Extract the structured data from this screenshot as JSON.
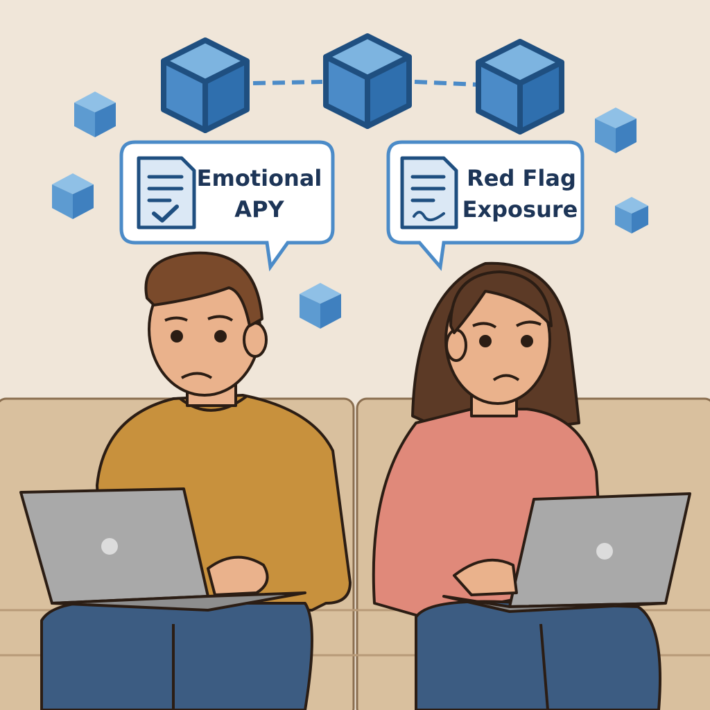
{
  "bubbles": {
    "left": {
      "line1": "Emotional",
      "line2": "APY",
      "icon": "document-check-icon"
    },
    "right": {
      "line1": "Red Flag",
      "line2": "Exposure",
      "icon": "document-signature-icon"
    }
  },
  "colors": {
    "background": "#f0e6d9",
    "cube": "#4b8bc8",
    "couch": "#d9c09e",
    "man_sweater": "#c8913d",
    "woman_sweater": "#e0897a",
    "jeans": "#3c5c82",
    "laptop": "#a9a9a9",
    "text": "#1d3557"
  }
}
